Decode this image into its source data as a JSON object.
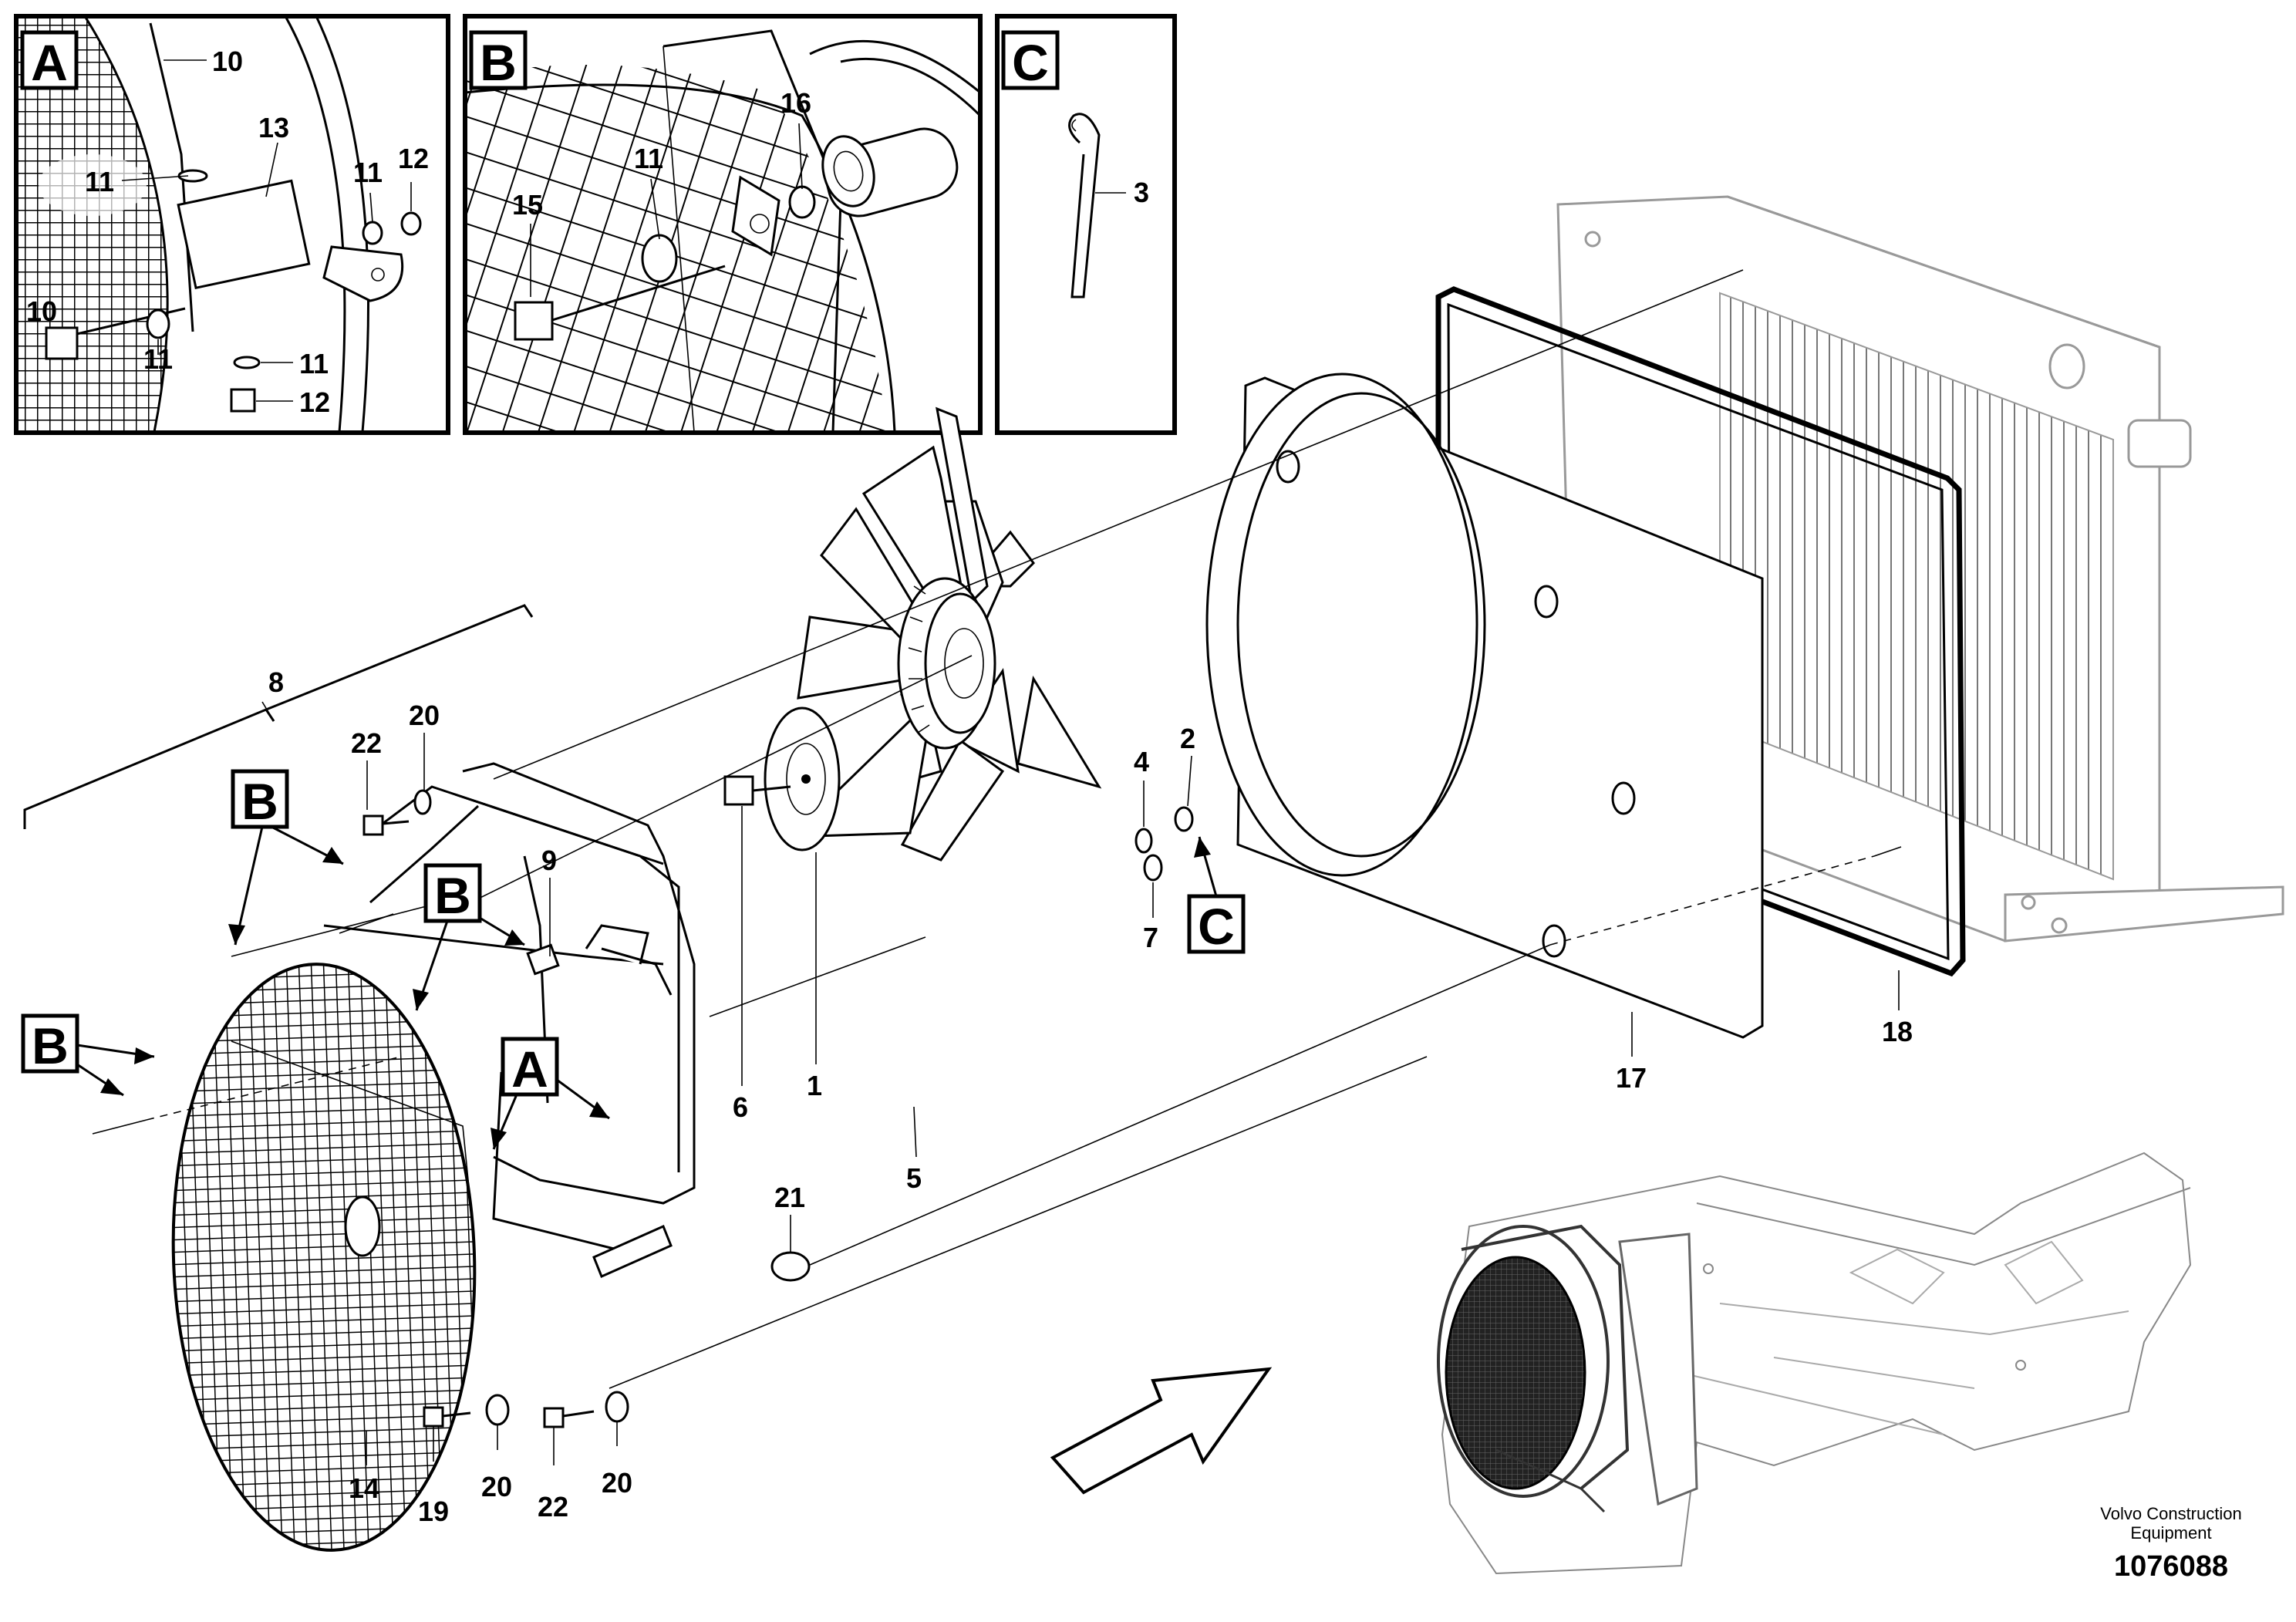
{
  "detail_views": [
    {
      "id": "A",
      "callouts": [
        "10",
        "13",
        "11",
        "12",
        "11",
        "10",
        "11",
        "11",
        "12"
      ]
    },
    {
      "id": "B",
      "callouts": [
        "16",
        "11",
        "15"
      ]
    },
    {
      "id": "C",
      "callouts": [
        "3"
      ]
    }
  ],
  "main_view": {
    "view_markers": [
      "B",
      "B",
      "B",
      "A",
      "C"
    ],
    "callouts": [
      "8",
      "22",
      "20",
      "9",
      "4",
      "2",
      "7",
      "1",
      "6",
      "5",
      "17",
      "18",
      "21",
      "14",
      "19",
      "20",
      "22",
      "20"
    ]
  },
  "footer": {
    "company_line1": "Volvo Construction",
    "company_line2": "Equipment",
    "doc_number": "1076088"
  }
}
